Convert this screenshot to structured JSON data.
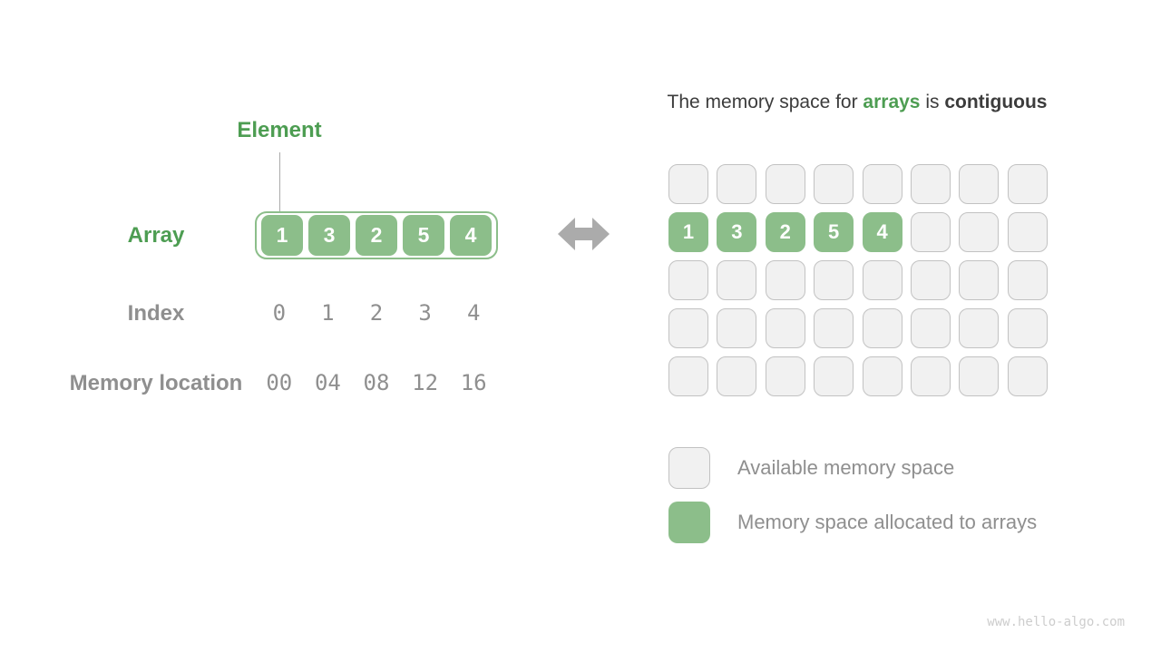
{
  "colors": {
    "green_text": "#4d9d52",
    "green_fill": "#8cbe8a",
    "gray_fill": "#f1f1f1",
    "gray_border": "#c2c2c2",
    "gray_text": "#8f8f8f",
    "dark_text": "#3c3c3c",
    "arrow": "#ababab",
    "watermark_color": "#cdcdcd"
  },
  "left": {
    "element_label": "Element",
    "array_label": "Array",
    "array_values": [
      "1",
      "3",
      "2",
      "5",
      "4"
    ],
    "index_label": "Index",
    "index_values": [
      "0",
      "1",
      "2",
      "3",
      "4"
    ],
    "memory_label": "Memory location",
    "memory_values": [
      "00",
      "04",
      "08",
      "12",
      "16"
    ]
  },
  "middle": {
    "icon": "left-right-arrow-icon"
  },
  "right": {
    "title_parts": [
      {
        "text": "The memory space for ",
        "style": "normal"
      },
      {
        "text": "arrays",
        "style": "green-bold"
      },
      {
        "text": " is ",
        "style": "normal"
      },
      {
        "text": "contiguous",
        "style": "bold"
      }
    ],
    "grid": {
      "rows": 5,
      "cols": 8,
      "allocated_row": 1,
      "allocated_values": [
        "1",
        "3",
        "2",
        "5",
        "4"
      ]
    },
    "legend": [
      {
        "swatch": "available",
        "label": "Available memory space"
      },
      {
        "swatch": "allocated",
        "label": "Memory space allocated to arrays"
      }
    ]
  },
  "footer": {
    "watermark": "www.hello-algo.com"
  }
}
